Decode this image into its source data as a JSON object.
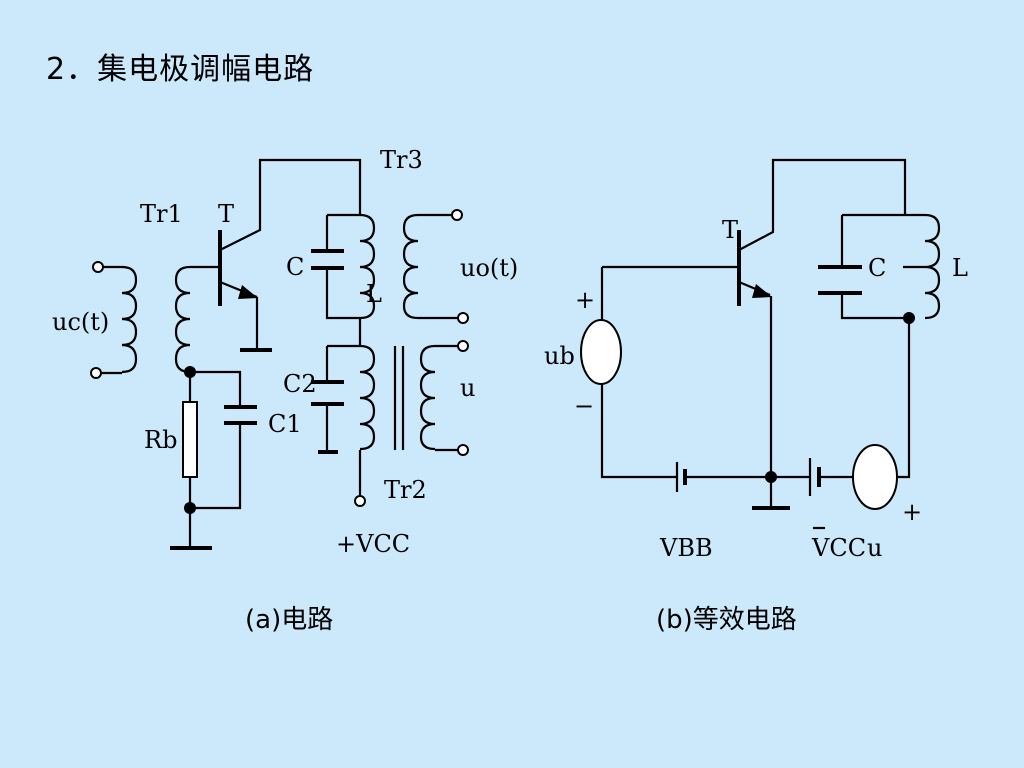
{
  "title": "2．集电极调幅电路",
  "left": {
    "caption": "(a)电路",
    "labels": {
      "tr1": "Tr1",
      "t": "T",
      "tr3": "Tr3",
      "c": "C",
      "l": "L",
      "uo": "uo(t)",
      "uc": "uc(t)",
      "c2": "C2",
      "u": "u",
      "c1": "C1",
      "rb": "Rb",
      "tr2": "Tr2",
      "vcc": "+VCC"
    }
  },
  "right": {
    "caption": "(b)等效电路",
    "labels": {
      "t": "T",
      "c": "C",
      "l": "L",
      "plus_top": "+",
      "ub": "ub",
      "minus": "−",
      "vbb": "VBB",
      "vcc": "VCC",
      "u": "u",
      "plus_bottom": "+"
    }
  }
}
